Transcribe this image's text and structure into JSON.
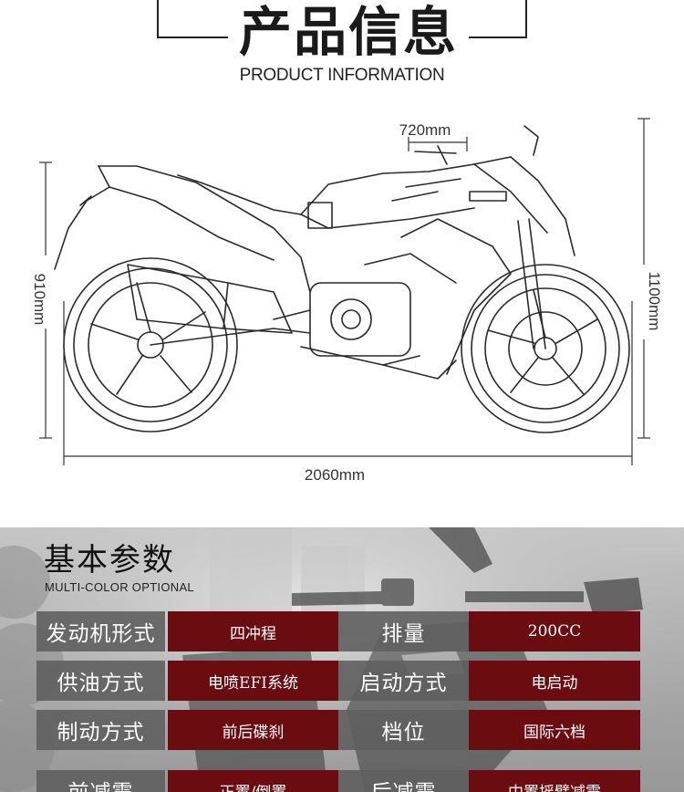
{
  "header": {
    "title": "产品信息",
    "subtitle": "PRODUCT INFORMATION"
  },
  "dimensions": {
    "handlebar_width": "720mm",
    "seat_height": "910mm",
    "overall_height": "1100mm",
    "overall_length": "2060mm"
  },
  "specs": {
    "title": "基本参数",
    "subtitle": "MULTI-COLOR OPTIONAL",
    "rows": [
      {
        "label1": "发动机形式",
        "value1": "四冲程",
        "label2": "排量",
        "value2": "200CC"
      },
      {
        "label1": "供油方式",
        "value1": "电喷EFI系统",
        "label2": "启动方式",
        "value2": "电启动"
      },
      {
        "label1": "制动方式",
        "value1": "前后碟刹",
        "label2": "档位",
        "value2": "国际六档"
      },
      {
        "label1": "前减震",
        "value1": "正置/倒置",
        "label2": "后减震",
        "value2": "中置摇臂减震"
      }
    ]
  },
  "colors": {
    "label_bg": "#5f5f5f",
    "value_bg": "#6b0d10"
  }
}
